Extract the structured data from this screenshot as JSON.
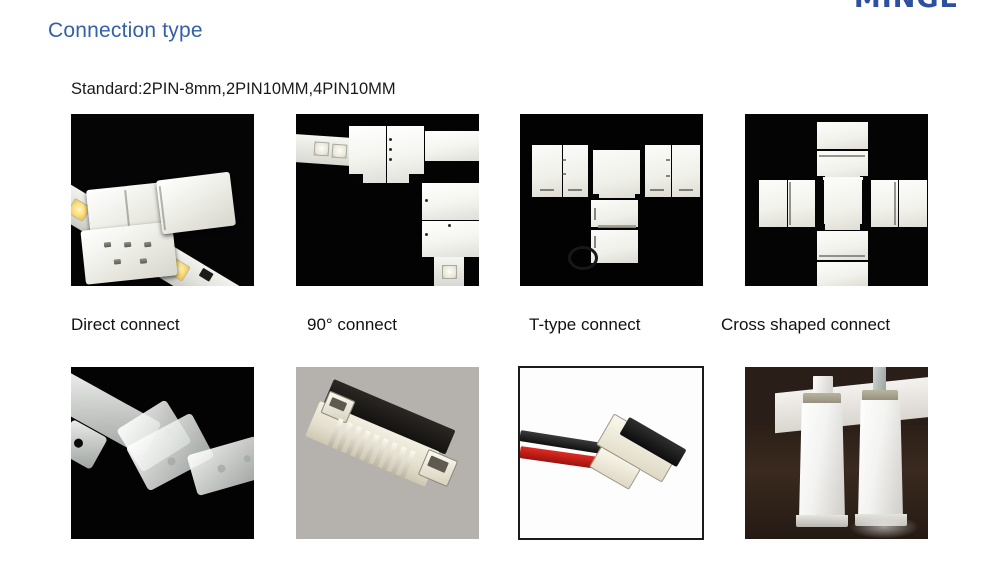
{
  "brand": {
    "logo_text": "MINGE",
    "logo_color": "#2d4f9e"
  },
  "section": {
    "title": "Connection type",
    "title_color": "#3360a8",
    "spec_line": "Standard:2PIN-8mm,2PIN10MM,4PIN10MM"
  },
  "gallery": {
    "row1": [
      {
        "name": "direct-connect",
        "caption": "Direct connect",
        "alt": "LED strip with white direct connector clips on black background"
      },
      {
        "name": "ninety-degree-connect",
        "caption": "90°  connect",
        "alt": "White L-shaped 90 degree corner connector on black background"
      },
      {
        "name": "t-type-connect",
        "caption": "T-type connect",
        "alt": "White T-shaped three way connector on black background"
      },
      {
        "name": "cross-shaped-connect",
        "caption": "Cross shaped connect",
        "alt": "White cross shaped four way connector on black background"
      }
    ],
    "row2": [
      {
        "name": "silicone-mounting-clips",
        "alt": "Translucent silicone mounting clips and end caps on black background"
      },
      {
        "name": "fpc-ribbon-connector",
        "alt": "FPC ribbon connector with gold pins on gray background"
      },
      {
        "name": "wired-strip-connector",
        "alt": "Strip connector with red and black lead wires on white background"
      },
      {
        "name": "silicone-glue-tubes",
        "alt": "Two white silicone glue tubes standing on dark wood surface"
      }
    ]
  }
}
